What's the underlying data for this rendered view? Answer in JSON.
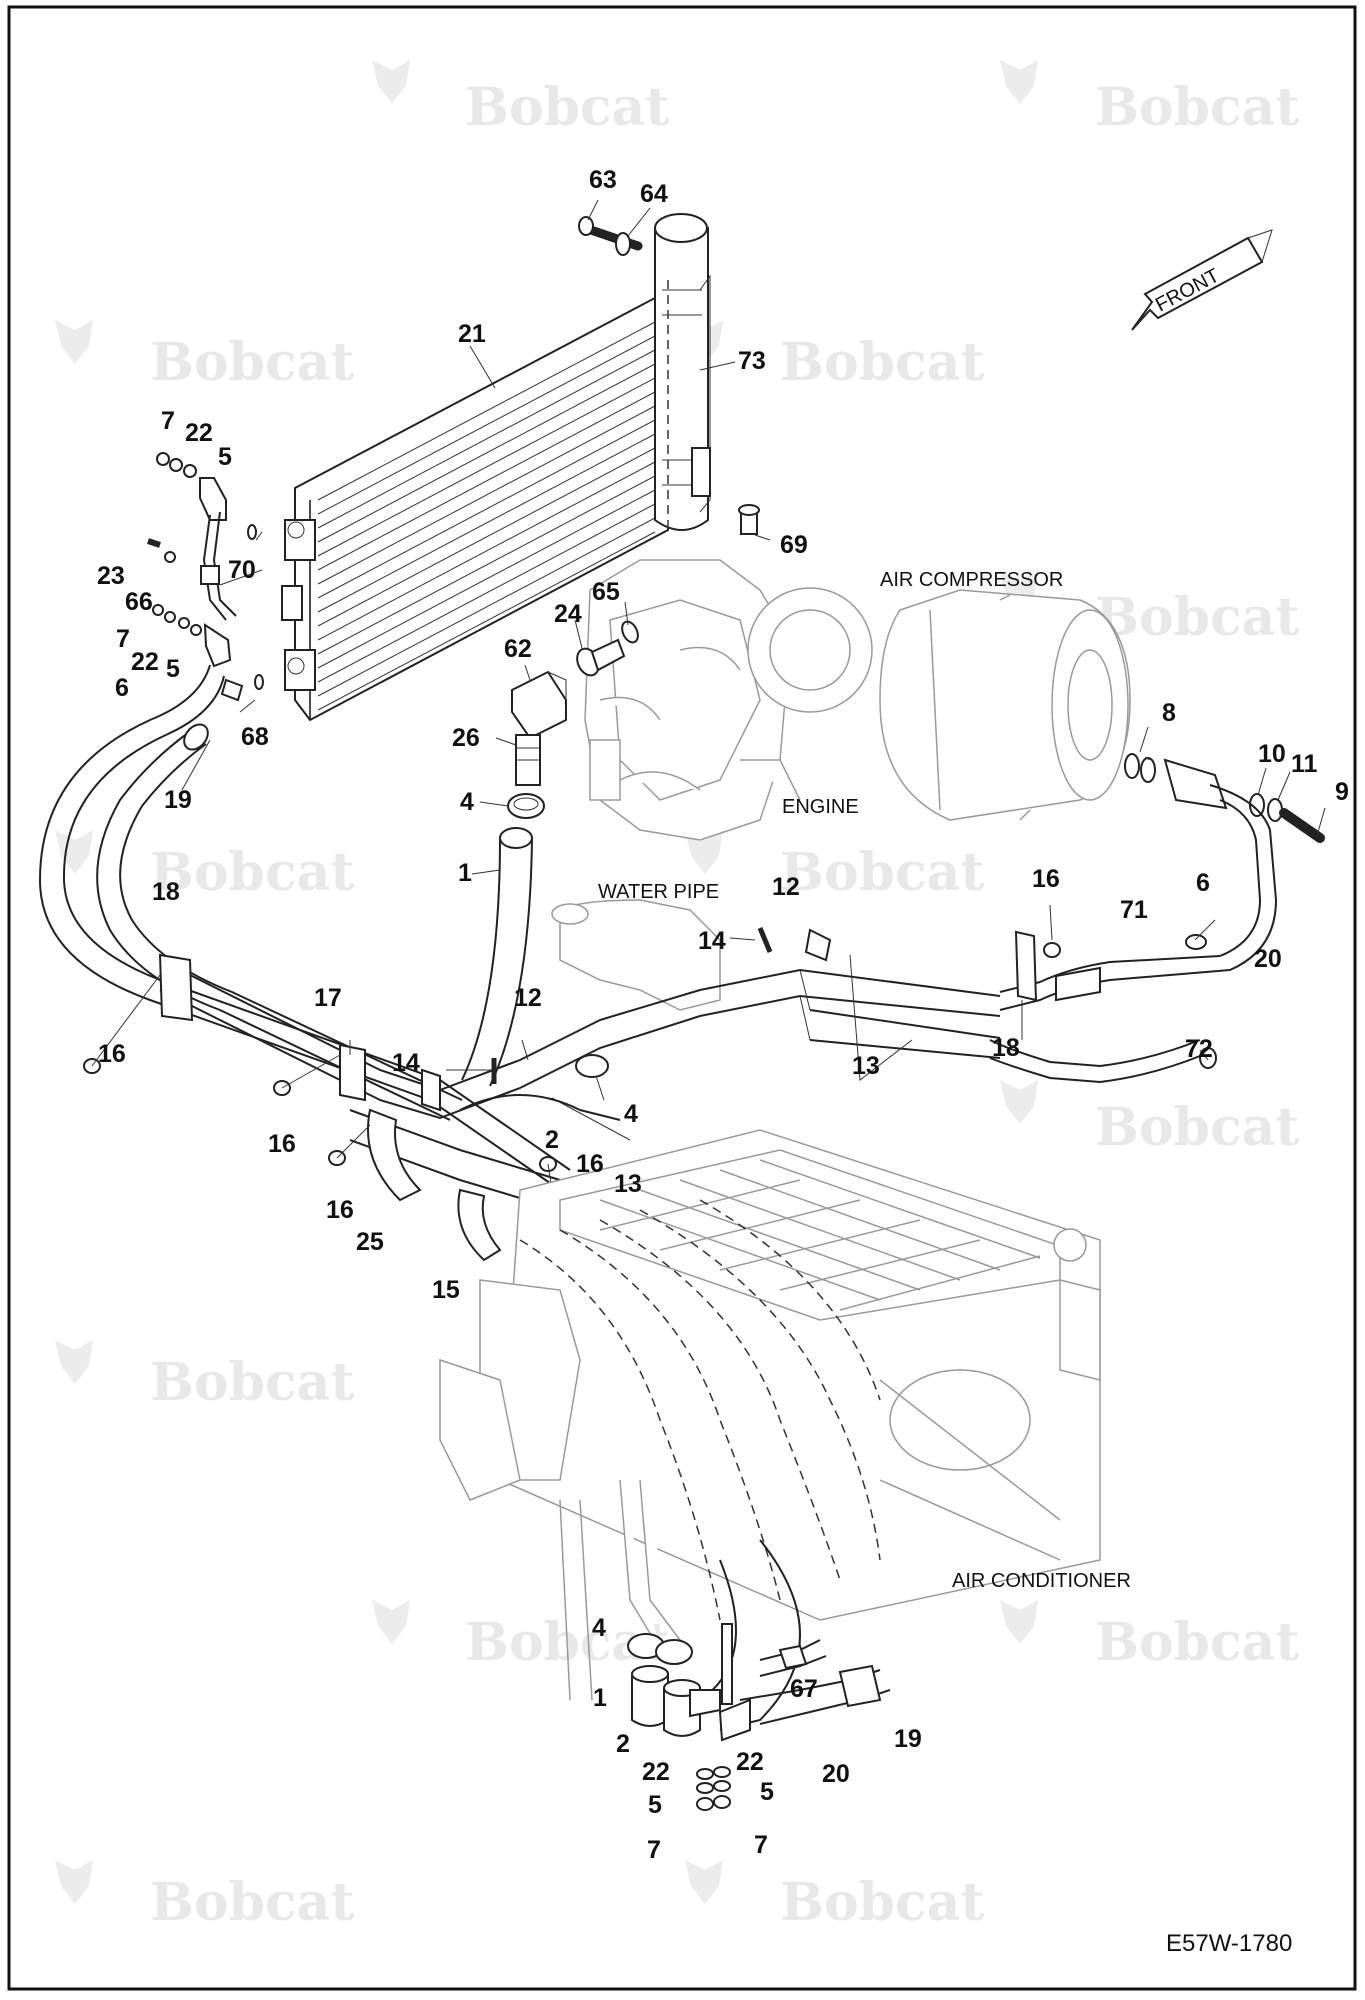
{
  "drawing": {
    "code": "E57W-1780",
    "watermark": "Bobcat",
    "labels": {
      "front": "FRONT",
      "air_compressor": "AIR COMPRESSOR",
      "engine": "ENGINE",
      "water_pipe": "WATER PIPE",
      "air_conditioner": "AIR CONDITIONER"
    }
  },
  "callouts": [
    {
      "id": "c63",
      "text": "63"
    },
    {
      "id": "c64",
      "text": "64"
    },
    {
      "id": "c21",
      "text": "21"
    },
    {
      "id": "c73",
      "text": "73"
    },
    {
      "id": "c7a",
      "text": "7"
    },
    {
      "id": "c22a",
      "text": "22"
    },
    {
      "id": "c5a",
      "text": "5"
    },
    {
      "id": "c69",
      "text": "69"
    },
    {
      "id": "c23",
      "text": "23"
    },
    {
      "id": "c70",
      "text": "70"
    },
    {
      "id": "c66",
      "text": "66"
    },
    {
      "id": "c7b",
      "text": "7"
    },
    {
      "id": "c22b",
      "text": "22"
    },
    {
      "id": "c5b",
      "text": "5"
    },
    {
      "id": "c6a",
      "text": "6"
    },
    {
      "id": "c68",
      "text": "68"
    },
    {
      "id": "c19a",
      "text": "19"
    },
    {
      "id": "c65",
      "text": "65"
    },
    {
      "id": "c24",
      "text": "24"
    },
    {
      "id": "c62",
      "text": "62"
    },
    {
      "id": "c26",
      "text": "26"
    },
    {
      "id": "c4a",
      "text": "4"
    },
    {
      "id": "c1a",
      "text": "1"
    },
    {
      "id": "c8",
      "text": "8"
    },
    {
      "id": "c10",
      "text": "10"
    },
    {
      "id": "c11",
      "text": "11"
    },
    {
      "id": "c9",
      "text": "9"
    },
    {
      "id": "c18a",
      "text": "18"
    },
    {
      "id": "c12a",
      "text": "12"
    },
    {
      "id": "c16a",
      "text": "16"
    },
    {
      "id": "c6b",
      "text": "6"
    },
    {
      "id": "c71",
      "text": "71"
    },
    {
      "id": "c20a",
      "text": "20"
    },
    {
      "id": "c14a",
      "text": "14"
    },
    {
      "id": "c16b",
      "text": "16"
    },
    {
      "id": "c17",
      "text": "17"
    },
    {
      "id": "c12b",
      "text": "12"
    },
    {
      "id": "c14b",
      "text": "14"
    },
    {
      "id": "c13a",
      "text": "13"
    },
    {
      "id": "c18b",
      "text": "18"
    },
    {
      "id": "c72",
      "text": "72"
    },
    {
      "id": "c16c",
      "text": "16"
    },
    {
      "id": "c4b",
      "text": "4"
    },
    {
      "id": "c2a",
      "text": "2"
    },
    {
      "id": "c16d",
      "text": "16"
    },
    {
      "id": "c16e",
      "text": "16"
    },
    {
      "id": "c13b",
      "text": "13"
    },
    {
      "id": "c25",
      "text": "25"
    },
    {
      "id": "c15",
      "text": "15"
    },
    {
      "id": "c4c",
      "text": "4"
    },
    {
      "id": "c1b",
      "text": "1"
    },
    {
      "id": "c67",
      "text": "67"
    },
    {
      "id": "c19b",
      "text": "19"
    },
    {
      "id": "c2b",
      "text": "2"
    },
    {
      "id": "c22c",
      "text": "22"
    },
    {
      "id": "c22d",
      "text": "22"
    },
    {
      "id": "c20b",
      "text": "20"
    },
    {
      "id": "c5c",
      "text": "5"
    },
    {
      "id": "c5d",
      "text": "5"
    },
    {
      "id": "c7c",
      "text": "7"
    },
    {
      "id": "c7d",
      "text": "7"
    }
  ]
}
